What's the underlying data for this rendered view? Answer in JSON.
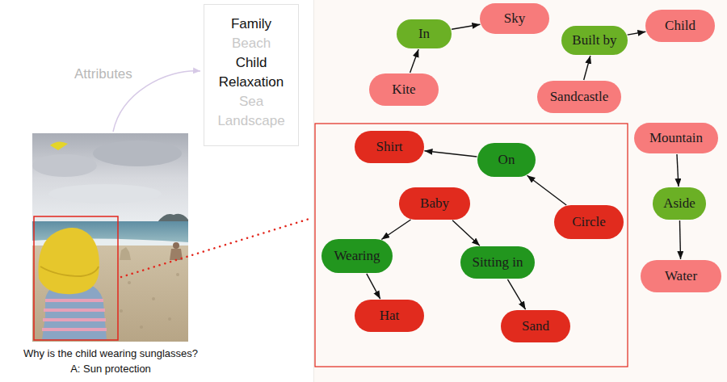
{
  "diagram": {
    "nodes": [
      {
        "text": [
          "Family",
          "Beach",
          "Child",
          "Relaxation",
          "Sea",
          "Landscape"
        ]
      },
      {
        "text": [
          "Sky"
        ]
      },
      {
        "text": [
          "In"
        ]
      },
      {
        "text": [
          "Built by"
        ]
      },
      {
        "text": [
          "Child"
        ]
      },
      {
        "text": [
          "Kite"
        ]
      },
      {
        "text": [
          "Sandcastle"
        ]
      },
      {
        "text": [
          "Mountain"
        ]
      },
      {
        "text": [
          "Shirt"
        ]
      },
      {
        "text": [
          "On"
        ]
      },
      {
        "text": [
          "Baby"
        ]
      },
      {
        "text": [
          "Aside"
        ]
      },
      {
        "text": [
          "Circle"
        ]
      },
      {
        "text": [
          "Wearing"
        ]
      },
      {
        "text": [
          "Sitting in"
        ]
      },
      {
        "text": [
          "Water"
        ]
      },
      {
        "text": [
          "Hat"
        ]
      },
      {
        "text": [
          "Sand"
        ]
      }
    ],
    "edges": [
      {
        "from": 5,
        "to": 2,
        "arrow": "to"
      },
      {
        "from": 2,
        "to": 1,
        "arrow": "to"
      },
      {
        "from": 6,
        "to": 3,
        "arrow": "to"
      },
      {
        "from": 3,
        "to": 4,
        "arrow": "to"
      },
      {
        "from": 7,
        "to": 11,
        "arrow": "to"
      },
      {
        "from": 11,
        "to": 15,
        "arrow": "to"
      },
      {
        "from": 12,
        "to": 9,
        "arrow": "to"
      },
      {
        "from": 9,
        "to": 8,
        "arrow": "to"
      },
      {
        "from": 10,
        "to": 13,
        "arrow": "to"
      },
      {
        "from": 13,
        "to": 16,
        "arrow": "to"
      },
      {
        "from": 10,
        "to": 14,
        "arrow": "to"
      },
      {
        "from": 14,
        "to": 17,
        "arrow": "to"
      }
    ],
    "labels": [
      "Attributes",
      "Why is the child wearing sunglasses?",
      "A: Sun protection"
    ]
  }
}
